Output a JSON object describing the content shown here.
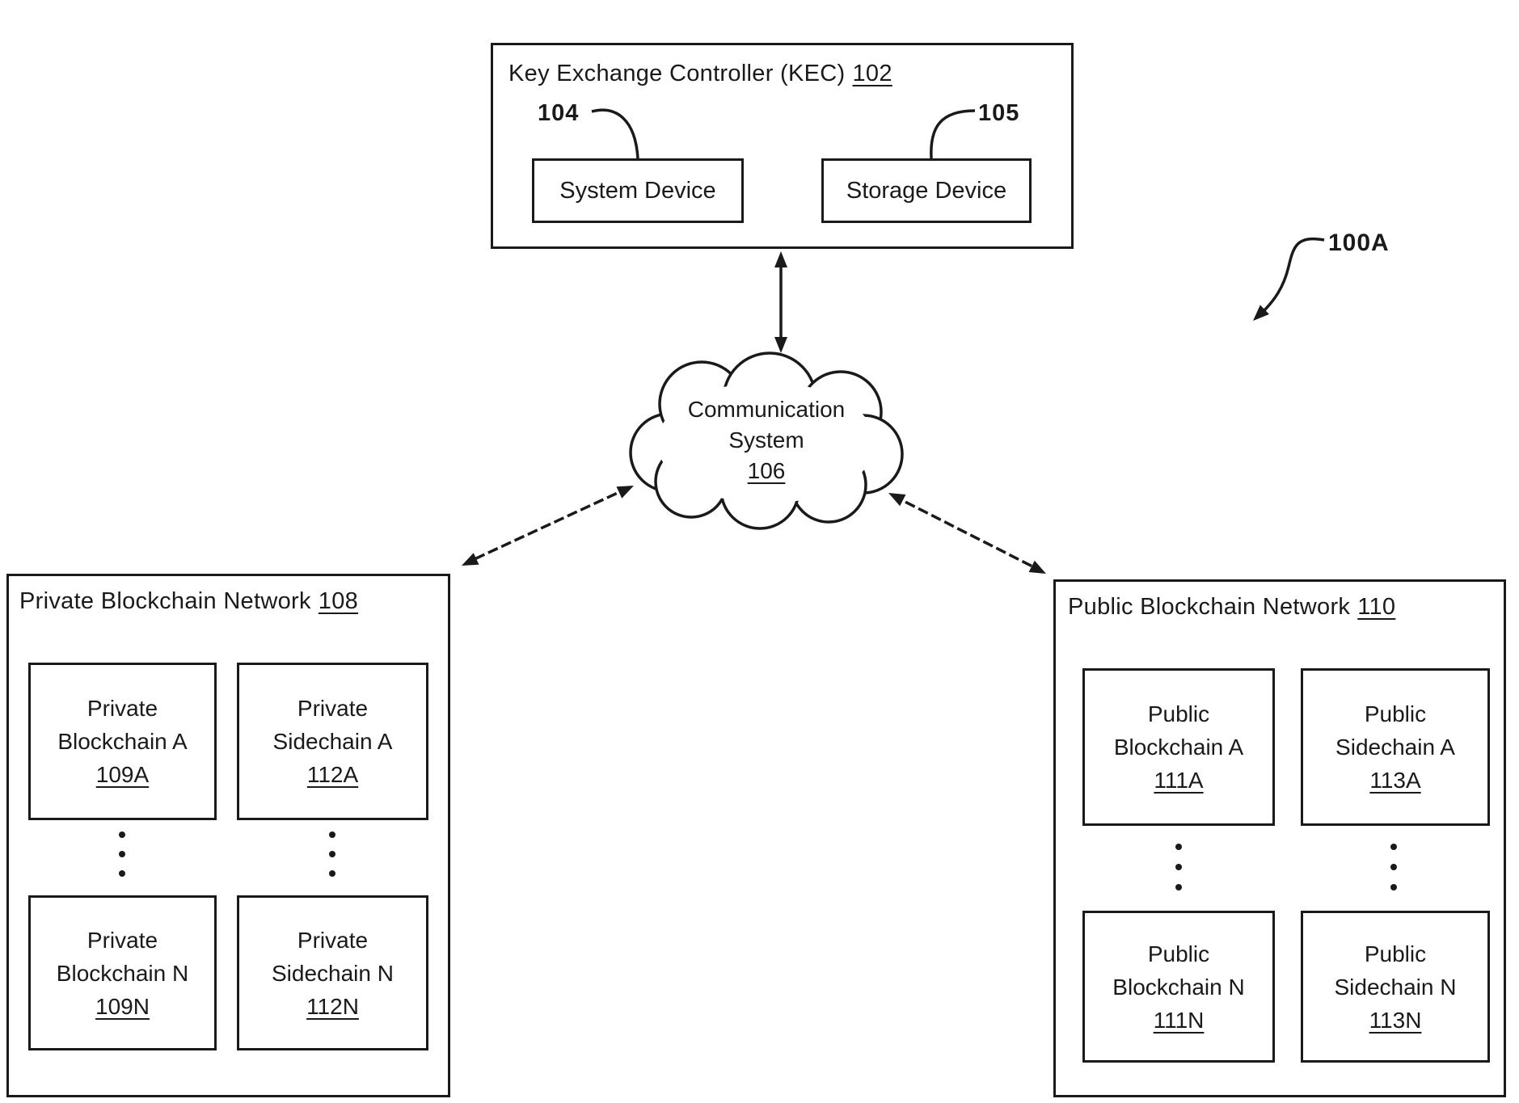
{
  "figure": {
    "ref": "100A"
  },
  "kec": {
    "title": "Key Exchange Controller (KEC)",
    "ref": "102",
    "system_device": {
      "label": "System Device",
      "ref": "104"
    },
    "storage_device": {
      "label": "Storage Device",
      "ref": "105"
    }
  },
  "cloud": {
    "line1": "Communication",
    "line2": "System",
    "ref": "106"
  },
  "private_network": {
    "title": "Private Blockchain Network",
    "ref": "108",
    "nodes": [
      {
        "line1": "Private",
        "line2": "Blockchain A",
        "ref": "109A"
      },
      {
        "line1": "Private",
        "line2": "Sidechain A",
        "ref": "112A"
      },
      {
        "line1": "Private",
        "line2": "Blockchain N",
        "ref": "109N"
      },
      {
        "line1": "Private",
        "line2": "Sidechain N",
        "ref": "112N"
      }
    ]
  },
  "public_network": {
    "title": "Public Blockchain Network",
    "ref": "110",
    "nodes": [
      {
        "line1": "Public",
        "line2": "Blockchain A",
        "ref": "111A"
      },
      {
        "line1": "Public",
        "line2": "Sidechain A",
        "ref": "113A"
      },
      {
        "line1": "Public",
        "line2": "Blockchain N",
        "ref": "111N"
      },
      {
        "line1": "Public",
        "line2": "Sidechain N",
        "ref": "113N"
      }
    ]
  },
  "colors": {
    "ink": "#1a1a1a",
    "background": "#ffffff"
  }
}
